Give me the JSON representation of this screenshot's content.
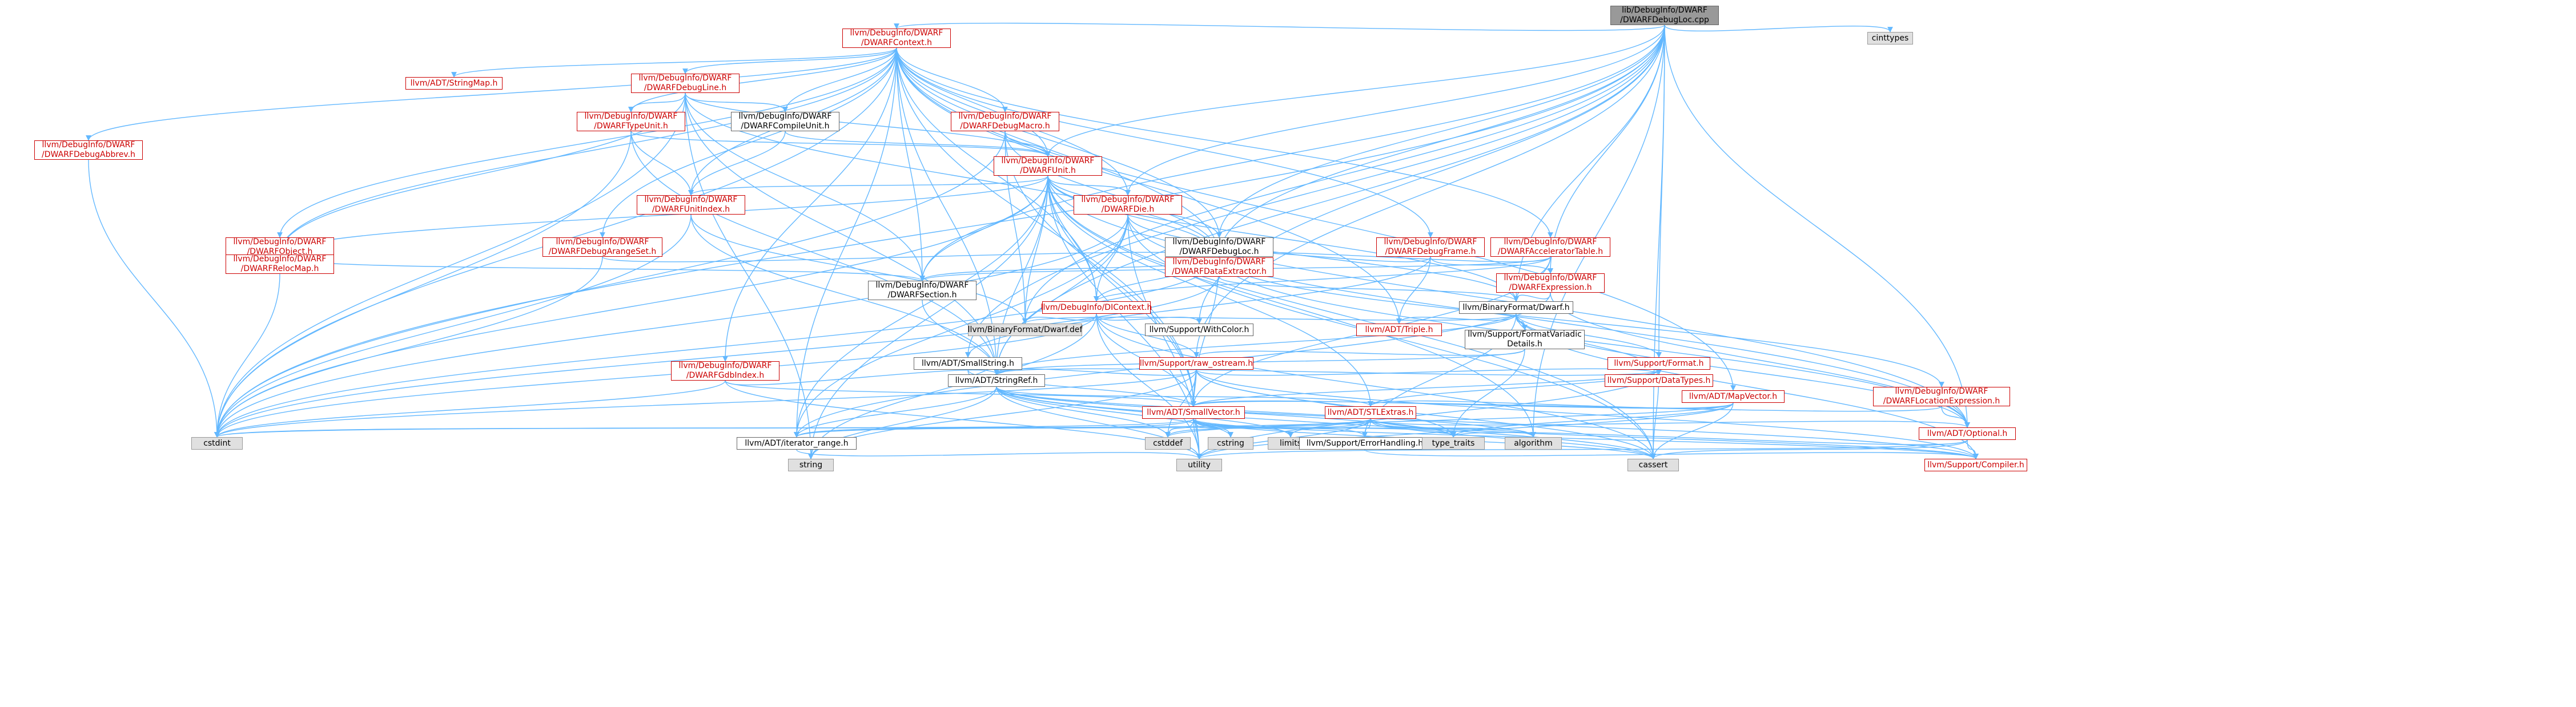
{
  "nodes": [
    {
      "id": "root",
      "lines": [
        "lib/DebugInfo/DWARF",
        "/DWARFDebugLoc.cpp"
      ],
      "style": "root"
    },
    {
      "id": "cinttypes",
      "lines": [
        "cinttypes"
      ],
      "style": "gray"
    },
    {
      "id": "ctx",
      "lines": [
        "llvm/DebugInfo/DWARF",
        "/DWARFContext.h"
      ],
      "style": "red"
    },
    {
      "id": "stringmap",
      "lines": [
        "llvm/ADT/StringMap.h"
      ],
      "style": "red"
    },
    {
      "id": "debugline",
      "lines": [
        "llvm/DebugInfo/DWARF",
        "/DWARFDebugLine.h"
      ],
      "style": "red"
    },
    {
      "id": "typeunit",
      "lines": [
        "llvm/DebugInfo/DWARF",
        "/DWARFTypeUnit.h"
      ],
      "style": "red"
    },
    {
      "id": "compileunit",
      "lines": [
        "llvm/DebugInfo/DWARF",
        "/DWARFCompileUnit.h"
      ],
      "style": "plain"
    },
    {
      "id": "debugmacro",
      "lines": [
        "llvm/DebugInfo/DWARF",
        "/DWARFDebugMacro.h"
      ],
      "style": "red"
    },
    {
      "id": "debugabbrev",
      "lines": [
        "llvm/DebugInfo/DWARF",
        "/DWARFDebugAbbrev.h"
      ],
      "style": "red"
    },
    {
      "id": "unit",
      "lines": [
        "llvm/DebugInfo/DWARF",
        "/DWARFUnit.h"
      ],
      "style": "red"
    },
    {
      "id": "unitindex",
      "lines": [
        "llvm/DebugInfo/DWARF",
        "/DWARFUnitIndex.h"
      ],
      "style": "red"
    },
    {
      "id": "die",
      "lines": [
        "llvm/DebugInfo/DWARF",
        "/DWARFDie.h"
      ],
      "style": "red"
    },
    {
      "id": "object",
      "lines": [
        "llvm/DebugInfo/DWARF",
        "/DWARFObject.h"
      ],
      "style": "red"
    },
    {
      "id": "aranges",
      "lines": [
        "llvm/DebugInfo/DWARF",
        "/DWARFDebugArangeSet.h"
      ],
      "style": "red"
    },
    {
      "id": "relocmap",
      "lines": [
        "llvm/DebugInfo/DWARF",
        "/DWARFRelocMap.h"
      ],
      "style": "red"
    },
    {
      "id": "debugloc",
      "lines": [
        "llvm/DebugInfo/DWARF",
        "/DWARFDebugLoc.h"
      ],
      "style": "plain"
    },
    {
      "id": "debugframe",
      "lines": [
        "llvm/DebugInfo/DWARF",
        "/DWARFDebugFrame.h"
      ],
      "style": "red"
    },
    {
      "id": "acceltable",
      "lines": [
        "llvm/DebugInfo/DWARF",
        "/DWARFAcceleratorTable.h"
      ],
      "style": "red"
    },
    {
      "id": "dataextractor",
      "lines": [
        "llvm/DebugInfo/DWARF",
        "/DWARFDataExtractor.h"
      ],
      "style": "red"
    },
    {
      "id": "expression",
      "lines": [
        "llvm/DebugInfo/DWARF",
        "/DWARFExpression.h"
      ],
      "style": "red"
    },
    {
      "id": "section",
      "lines": [
        "llvm/DebugInfo/DWARF",
        "/DWARFSection.h"
      ],
      "style": "plain"
    },
    {
      "id": "dicontext",
      "lines": [
        "llvm/DebugInfo/DIContext.h"
      ],
      "style": "red"
    },
    {
      "id": "dwarfh",
      "lines": [
        "llvm/BinaryFormat/Dwarf.h"
      ],
      "style": "plain"
    },
    {
      "id": "dwarfdef",
      "lines": [
        "llvm/BinaryFormat/Dwarf.def"
      ],
      "style": "gray"
    },
    {
      "id": "withcolor",
      "lines": [
        "llvm/Support/WithColor.h"
      ],
      "style": "plain"
    },
    {
      "id": "triple",
      "lines": [
        "llvm/ADT/Triple.h"
      ],
      "style": "red"
    },
    {
      "id": "formatvariadic",
      "lines": [
        "llvm/Support/FormatVariadic",
        "Details.h"
      ],
      "style": "plain"
    },
    {
      "id": "smallstring",
      "lines": [
        "llvm/ADT/SmallString.h"
      ],
      "style": "plain"
    },
    {
      "id": "rawostream",
      "lines": [
        "llvm/Support/raw_ostream.h"
      ],
      "style": "red"
    },
    {
      "id": "gdbindex",
      "lines": [
        "llvm/DebugInfo/DWARF",
        "/DWARFGdbIndex.h"
      ],
      "style": "red"
    },
    {
      "id": "stringref",
      "lines": [
        "llvm/ADT/StringRef.h"
      ],
      "style": "plain"
    },
    {
      "id": "format",
      "lines": [
        "llvm/Support/Format.h"
      ],
      "style": "red"
    },
    {
      "id": "datatypes",
      "lines": [
        "llvm/Support/DataTypes.h"
      ],
      "style": "red"
    },
    {
      "id": "mapvector",
      "lines": [
        "llvm/ADT/MapVector.h"
      ],
      "style": "red"
    },
    {
      "id": "locexpr",
      "lines": [
        "llvm/DebugInfo/DWARF",
        "/DWARFLocationExpression.h"
      ],
      "style": "red"
    },
    {
      "id": "smallvector",
      "lines": [
        "llvm/ADT/SmallVector.h"
      ],
      "style": "red"
    },
    {
      "id": "stlextras",
      "lines": [
        "llvm/ADT/STLExtras.h"
      ],
      "style": "red"
    },
    {
      "id": "optional",
      "lines": [
        "llvm/ADT/Optional.h"
      ],
      "style": "red"
    },
    {
      "id": "cstdint",
      "lines": [
        "cstdint"
      ],
      "style": "gray"
    },
    {
      "id": "iterrange",
      "lines": [
        "llvm/ADT/iterator_range.h"
      ],
      "style": "plain"
    },
    {
      "id": "cstddef",
      "lines": [
        "cstddef"
      ],
      "style": "gray"
    },
    {
      "id": "cstring",
      "lines": [
        "cstring"
      ],
      "style": "gray"
    },
    {
      "id": "limits",
      "lines": [
        "limits"
      ],
      "style": "gray"
    },
    {
      "id": "errorhandling",
      "lines": [
        "llvm/Support/ErrorHandling.h"
      ],
      "style": "plain"
    },
    {
      "id": "typetraits",
      "lines": [
        "type_traits"
      ],
      "style": "gray"
    },
    {
      "id": "algorithm",
      "lines": [
        "algorithm"
      ],
      "style": "gray"
    },
    {
      "id": "string",
      "lines": [
        "string"
      ],
      "style": "gray"
    },
    {
      "id": "utility",
      "lines": [
        "utility"
      ],
      "style": "gray"
    },
    {
      "id": "cassert",
      "lines": [
        "cassert"
      ],
      "style": "gray"
    },
    {
      "id": "compiler",
      "lines": [
        "llvm/Support/Compiler.h"
      ],
      "style": "red"
    }
  ],
  "edges": [
    [
      "root",
      "cinttypes"
    ],
    [
      "root",
      "ctx"
    ],
    [
      "root",
      "debugloc"
    ],
    [
      "root",
      "unit"
    ],
    [
      "root",
      "die"
    ],
    [
      "root",
      "dwarfh"
    ],
    [
      "root",
      "dwarfdef"
    ],
    [
      "root",
      "format"
    ],
    [
      "root",
      "rawostream"
    ],
    [
      "root",
      "cstdint"
    ],
    [
      "root",
      "cassert"
    ],
    [
      "root",
      "stringref"
    ],
    [
      "root",
      "optional"
    ],
    [
      "root",
      "section"
    ],
    [
      "root",
      "dataextractor"
    ],
    [
      "root",
      "expression"
    ],
    [
      "root",
      "algorithm"
    ],
    [
      "root",
      "withcolor"
    ],
    [
      "root",
      "smallstring"
    ],
    [
      "ctx",
      "stringmap"
    ],
    [
      "ctx",
      "debugline"
    ],
    [
      "ctx",
      "typeunit"
    ],
    [
      "ctx",
      "compileunit"
    ],
    [
      "ctx",
      "debugmacro"
    ],
    [
      "ctx",
      "debugabbrev"
    ],
    [
      "ctx",
      "unit"
    ],
    [
      "ctx",
      "unitindex"
    ],
    [
      "ctx",
      "die"
    ],
    [
      "ctx",
      "object"
    ],
    [
      "ctx",
      "aranges"
    ],
    [
      "ctx",
      "relocmap"
    ],
    [
      "ctx",
      "debugloc"
    ],
    [
      "ctx",
      "debugframe"
    ],
    [
      "ctx",
      "acceltable"
    ],
    [
      "ctx",
      "section"
    ],
    [
      "ctx",
      "dicontext"
    ],
    [
      "ctx",
      "gdbindex"
    ],
    [
      "ctx",
      "mapvector"
    ],
    [
      "ctx",
      "smallvector"
    ],
    [
      "ctx",
      "stringref"
    ],
    [
      "ctx",
      "iterrange"
    ],
    [
      "ctx",
      "cstdint"
    ],
    [
      "ctx",
      "triple"
    ],
    [
      "ctx",
      "dataextractor"
    ],
    [
      "debugline",
      "typeunit"
    ],
    [
      "debugline",
      "compileunit"
    ],
    [
      "debugline",
      "unit"
    ],
    [
      "debugline",
      "relocmap"
    ],
    [
      "debugline",
      "stringref"
    ],
    [
      "debugline",
      "dataextractor"
    ],
    [
      "debugline",
      "section"
    ],
    [
      "debugline",
      "cstdint"
    ],
    [
      "debugline",
      "string"
    ],
    [
      "typeunit",
      "unit"
    ],
    [
      "typeunit",
      "unitindex"
    ],
    [
      "typeunit",
      "stringref"
    ],
    [
      "typeunit",
      "cstdint"
    ],
    [
      "compileunit",
      "unit"
    ],
    [
      "compileunit",
      "unitindex"
    ],
    [
      "debugmacro",
      "unit"
    ],
    [
      "debugmacro",
      "dataextractor"
    ],
    [
      "debugmacro",
      "smallvector"
    ],
    [
      "debugmacro",
      "dwarfdef"
    ],
    [
      "debugmacro",
      "cstdint"
    ],
    [
      "debugabbrev",
      "cstdint"
    ],
    [
      "unit",
      "unitindex"
    ],
    [
      "unit",
      "die"
    ],
    [
      "unit",
      "debugloc"
    ],
    [
      "unit",
      "relocmap"
    ],
    [
      "unit",
      "section"
    ],
    [
      "unit",
      "dicontext"
    ],
    [
      "unit",
      "dataextractor"
    ],
    [
      "unit",
      "dwarfh"
    ],
    [
      "unit",
      "stlextras"
    ],
    [
      "unit",
      "smallvector"
    ],
    [
      "unit",
      "stringref"
    ],
    [
      "unit",
      "optional"
    ],
    [
      "unit",
      "iterrange"
    ],
    [
      "unit",
      "cstdint"
    ],
    [
      "unit",
      "cassert"
    ],
    [
      "unit",
      "algorithm"
    ],
    [
      "unit",
      "string"
    ],
    [
      "unit",
      "utility"
    ],
    [
      "unit",
      "dwarfdef"
    ],
    [
      "unitindex",
      "stringref"
    ],
    [
      "unitindex",
      "cstdint"
    ],
    [
      "unitindex",
      "dwarfdef"
    ],
    [
      "die",
      "dwarfh"
    ],
    [
      "die",
      "dicontext"
    ],
    [
      "die",
      "stringref"
    ],
    [
      "die",
      "iterrange"
    ],
    [
      "die",
      "optional"
    ],
    [
      "die",
      "cassert"
    ],
    [
      "die",
      "cstdint"
    ],
    [
      "die",
      "utility"
    ],
    [
      "object",
      "relocmap"
    ],
    [
      "object",
      "section"
    ],
    [
      "aranges",
      "dataextractor"
    ],
    [
      "aranges",
      "cstdint"
    ],
    [
      "relocmap",
      "cstdint"
    ],
    [
      "debugloc",
      "dataextractor"
    ],
    [
      "debugloc",
      "section"
    ],
    [
      "debugloc",
      "dicontext"
    ],
    [
      "debugloc",
      "smallvector"
    ],
    [
      "debugloc",
      "optional"
    ],
    [
      "debugloc",
      "cstdint"
    ],
    [
      "debugloc",
      "locexpr"
    ],
    [
      "debugframe",
      "dataextractor"
    ],
    [
      "debugframe",
      "triple"
    ],
    [
      "debugframe",
      "smallstring"
    ],
    [
      "debugframe",
      "expression"
    ],
    [
      "acceltable",
      "dataextractor"
    ],
    [
      "acceltable",
      "section"
    ],
    [
      "acceltable",
      "dwarfh"
    ],
    [
      "acceltable",
      "smallvector"
    ],
    [
      "acceltable",
      "dicontext"
    ],
    [
      "dataextractor",
      "dwarfh"
    ],
    [
      "dataextractor",
      "cstdint"
    ],
    [
      "expression",
      "dwarfh"
    ],
    [
      "expression",
      "optional"
    ],
    [
      "expression",
      "iterrange"
    ],
    [
      "section",
      "stringref"
    ],
    [
      "dicontext",
      "withcolor"
    ],
    [
      "dicontext",
      "rawostream"
    ],
    [
      "dicontext",
      "smallvector"
    ],
    [
      "dicontext",
      "string"
    ],
    [
      "dicontext",
      "cassert"
    ],
    [
      "dicontext",
      "cstdint"
    ],
    [
      "dicontext",
      "tuple"
    ],
    [
      "dicontext",
      "utility"
    ],
    [
      "dicontext",
      "dwarfdef"
    ],
    [
      "dwarfh",
      "formatvariadic"
    ],
    [
      "dwarfh",
      "format"
    ],
    [
      "dwarfh",
      "triple"
    ],
    [
      "dwarfh",
      "errorhandling"
    ],
    [
      "dwarfh",
      "datatypes"
    ],
    [
      "dwarfh",
      "dwarfdef"
    ],
    [
      "dwarfh",
      "optional"
    ],
    [
      "dwarfh",
      "stringref"
    ],
    [
      "dwarfh",
      "compiler"
    ],
    [
      "formatvariadic",
      "stringref"
    ],
    [
      "formatvariadic",
      "rawostream"
    ],
    [
      "formatvariadic",
      "typetraits"
    ],
    [
      "smallstring",
      "stringref"
    ],
    [
      "smallstring",
      "smallvector"
    ],
    [
      "rawostream",
      "stringref"
    ],
    [
      "rawostream",
      "smallvector"
    ],
    [
      "rawostream",
      "datatypes"
    ],
    [
      "rawostream",
      "cstdint"
    ],
    [
      "rawostream",
      "cassert"
    ],
    [
      "rawostream",
      "cstddef"
    ],
    [
      "rawostream",
      "string"
    ],
    [
      "rawostream",
      "typetraits"
    ],
    [
      "rawostream",
      "compiler"
    ],
    [
      "gdbindex",
      "stringref"
    ],
    [
      "gdbindex",
      "smallvector"
    ],
    [
      "gdbindex",
      "cstdint"
    ],
    [
      "gdbindex",
      "utility"
    ],
    [
      "stringref",
      "stlextras"
    ],
    [
      "stringref",
      "iterrange"
    ],
    [
      "stringref",
      "compiler"
    ],
    [
      "stringref",
      "algorithm"
    ],
    [
      "stringref",
      "cassert"
    ],
    [
      "stringref",
      "cstddef"
    ],
    [
      "stringref",
      "cstring"
    ],
    [
      "stringref",
      "limits"
    ],
    [
      "stringref",
      "string"
    ],
    [
      "stringref",
      "typetraits"
    ],
    [
      "stringref",
      "utility"
    ],
    [
      "format",
      "stringref"
    ],
    [
      "format",
      "datatypes"
    ],
    [
      "format",
      "stlextras"
    ],
    [
      "format",
      "smallvector"
    ],
    [
      "format",
      "cassert"
    ],
    [
      "format",
      "cstdio"
    ],
    [
      "format",
      "tuple"
    ],
    [
      "format",
      "utility"
    ],
    [
      "mapvector",
      "smallvector"
    ],
    [
      "mapvector",
      "stlextras"
    ],
    [
      "mapvector",
      "cassert"
    ],
    [
      "mapvector",
      "cstddef"
    ],
    [
      "mapvector",
      "iterator"
    ],
    [
      "mapvector",
      "typetraits"
    ],
    [
      "mapvector",
      "utility"
    ],
    [
      "locexpr",
      "optional"
    ],
    [
      "locexpr",
      "smallvector"
    ],
    [
      "smallvector",
      "iterrange"
    ],
    [
      "smallvector",
      "compiler"
    ],
    [
      "smallvector",
      "errorhandling"
    ],
    [
      "smallvector",
      "algorithm"
    ],
    [
      "smallvector",
      "cassert"
    ],
    [
      "smallvector",
      "cstddef"
    ],
    [
      "smallvector",
      "cstdint"
    ],
    [
      "smallvector",
      "cstring"
    ],
    [
      "smallvector",
      "limits"
    ],
    [
      "smallvector",
      "typetraits"
    ],
    [
      "smallvector",
      "utility"
    ],
    [
      "stlextras",
      "optional"
    ],
    [
      "stlextras",
      "iterrange"
    ],
    [
      "stlextras",
      "errorhandling"
    ],
    [
      "stlextras",
      "compiler"
    ],
    [
      "stlextras",
      "algorithm"
    ],
    [
      "stlextras",
      "cassert"
    ],
    [
      "stlextras",
      "cstddef"
    ],
    [
      "stlextras",
      "cstdint"
    ],
    [
      "stlextras",
      "limits"
    ],
    [
      "stlextras",
      "typetraits"
    ],
    [
      "stlextras",
      "utility"
    ],
    [
      "optional",
      "compiler"
    ],
    [
      "optional",
      "cassert"
    ],
    [
      "optional",
      "typetraits"
    ],
    [
      "optional",
      "utility"
    ],
    [
      "errorhandling",
      "compiler"
    ],
    [
      "iterrange",
      "utility"
    ]
  ]
}
